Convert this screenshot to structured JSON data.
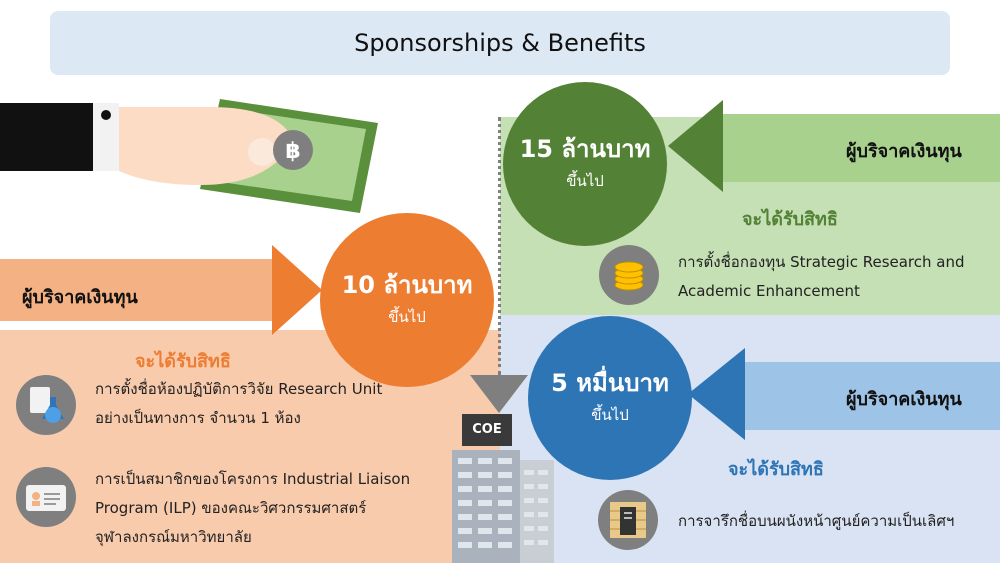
{
  "title": "Sponsorships & Benefits",
  "colors": {
    "green_dark": "#538135",
    "green_mid": "#a9d18e",
    "green_light": "#c5e0b4",
    "orange_dark": "#ed7d31",
    "orange_mid": "#f4b183",
    "orange_light": "#f8cbad",
    "blue_dark": "#2e75b6",
    "blue_mid": "#9dc3e6",
    "blue_light": "#dae3f3",
    "gray": "#7f7f7f"
  },
  "tiers": {
    "orange": {
      "amount": "10 ล้านบาท",
      "upward": "ขึ้นไป",
      "donor_label": "ผู้บริจาคเงินทุน",
      "benefit_heading": "จะได้รับสิทธิ",
      "benefits": [
        {
          "icon": "lab-flask-icon",
          "lines": [
            "การตั้งชื่อห้องปฏิบัติการวิจัย Research Unit",
            "อย่างเป็นทางการ จำนวน 1 ห้อง"
          ]
        },
        {
          "icon": "id-badge-icon",
          "lines": [
            "การเป็นสมาชิกของโครงการ Industrial Liaison",
            "Program (ILP) ของคณะวิศวกรรมศาสตร์",
            "จุฬาลงกรณ์มหาวิทยาลัย"
          ]
        }
      ]
    },
    "green": {
      "amount": "15 ล้านบาท",
      "upward": "ขึ้นไป",
      "donor_label": "ผู้บริจาคเงินทุน",
      "benefit_heading": "จะได้รับสิทธิ",
      "benefits": [
        {
          "icon": "coin-stack-icon",
          "lines": [
            "การตั้งชื่อกองทุน Strategic Research and",
            "Academic Enhancement"
          ]
        }
      ]
    },
    "blue": {
      "amount": "5 หมื่นบาท",
      "upward": "ขึ้นไป",
      "donor_label": "ผู้บริจาคเงินทุน",
      "benefit_heading": "จะได้รับสิทธิ",
      "benefits": [
        {
          "icon": "wall-plaque-icon",
          "lines": [
            "การจารึกชื่อบนผนังหน้าศูนย์ความเป็นเลิศฯ"
          ]
        }
      ]
    }
  },
  "building_label": "COE",
  "currency_symbol": "฿"
}
